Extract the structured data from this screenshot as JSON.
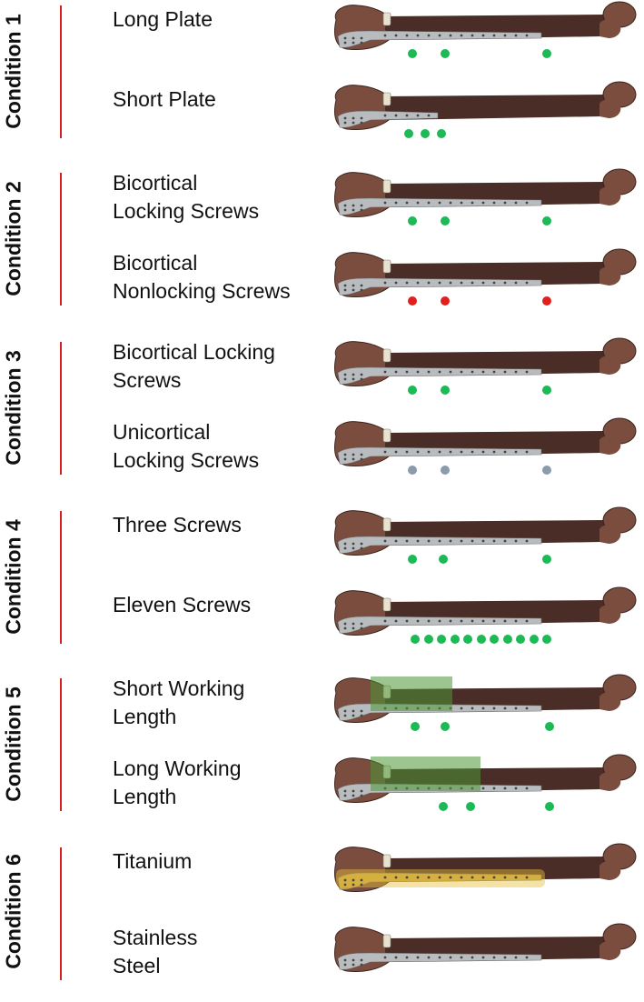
{
  "colors": {
    "divider": "#d81e1e",
    "bone": "#4a2d26",
    "bone_light": "#7a4d3f",
    "plate": "#b9bcbf",
    "titanium_plate": "#c9a441",
    "dot_locking": "#1db954",
    "dot_nonlocking": "#e0201c",
    "dot_unicortical": "#8b9bab",
    "working_length": "#4c9634"
  },
  "conditions": [
    {
      "label": "Condition 1",
      "rows": [
        {
          "lines": [
            "Long Plate"
          ],
          "dot_color": "dot_locking",
          "dots": [
            0.26,
            0.365,
            0.69
          ]
        },
        {
          "lines": [
            "Short Plate"
          ],
          "dot_color": "dot_locking",
          "dots": [
            0.25,
            0.3,
            0.355
          ],
          "short_plate": true
        }
      ]
    },
    {
      "label": "Condition 2",
      "rows": [
        {
          "lines": [
            "Bicortical",
            "Locking Screws"
          ],
          "dot_color": "dot_locking",
          "dots": [
            0.26,
            0.365,
            0.69
          ]
        },
        {
          "lines": [
            "Bicortical",
            "Nonlocking Screws"
          ],
          "dot_color": "dot_nonlocking",
          "dots": [
            0.26,
            0.365,
            0.69
          ]
        }
      ]
    },
    {
      "label": "Condition 3",
      "rows": [
        {
          "lines": [
            "Bicortical Locking",
            "Screws"
          ],
          "dot_color": "dot_locking",
          "dots": [
            0.26,
            0.365,
            0.69
          ]
        },
        {
          "lines": [
            "Unicortical",
            "Locking Screws"
          ],
          "dot_color": "dot_unicortical",
          "dots": [
            0.26,
            0.365,
            0.69
          ]
        }
      ]
    },
    {
      "label": "Condition 4",
      "rows": [
        {
          "lines": [
            "Three Screws"
          ],
          "dot_color": "dot_locking",
          "dots": [
            0.26,
            0.36,
            0.69
          ]
        },
        {
          "lines": [
            "Eleven Screws"
          ],
          "dot_color": "dot_locking",
          "dots": [
            0.27,
            0.312,
            0.354,
            0.396,
            0.438,
            0.48,
            0.522,
            0.564,
            0.606,
            0.648,
            0.69
          ]
        }
      ]
    },
    {
      "label": "Condition 5",
      "rows": [
        {
          "lines": [
            "Short Working",
            "Length"
          ],
          "dot_color": "dot_locking",
          "dots": [
            0.27,
            0.365,
            0.7
          ],
          "working_length": 0.26
        },
        {
          "lines": [
            "Long Working",
            "Length"
          ],
          "dot_color": "dot_locking",
          "dots": [
            0.36,
            0.445,
            0.7
          ],
          "working_length": 0.35
        }
      ]
    },
    {
      "label": "Condition 6",
      "rows": [
        {
          "lines": [
            "Titanium"
          ],
          "dot_color": null,
          "dots": [],
          "titanium": true
        },
        {
          "lines": [
            "Stainless",
            "Steel"
          ],
          "dot_color": null,
          "dots": []
        }
      ]
    }
  ]
}
